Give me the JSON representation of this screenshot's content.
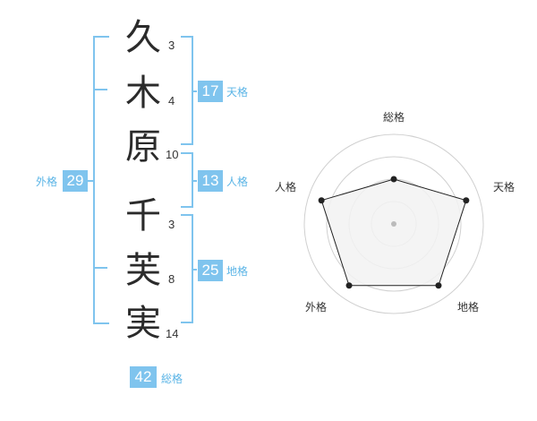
{
  "characters": [
    {
      "char": "久",
      "strokes": "3"
    },
    {
      "char": "木",
      "strokes": "4"
    },
    {
      "char": "原",
      "strokes": "10"
    },
    {
      "char": "千",
      "strokes": "3"
    },
    {
      "char": "芙",
      "strokes": "8"
    },
    {
      "char": "実",
      "strokes": "14"
    }
  ],
  "fortunes": {
    "tenkaku": {
      "label": "天格",
      "value": "17"
    },
    "jinkaku": {
      "label": "人格",
      "value": "13"
    },
    "chikaku": {
      "label": "地格",
      "value": "25"
    },
    "gaikaku": {
      "label": "外格",
      "value": "29"
    },
    "soukaku": {
      "label": "総格",
      "value": "42"
    }
  },
  "radar": {
    "axes": [
      "総格",
      "天格",
      "地格",
      "外格",
      "人格"
    ],
    "values": [
      0.5,
      0.85,
      0.85,
      0.85,
      0.85
    ],
    "max": 1,
    "rings": 4,
    "colors": {
      "ring": "#d0d0d0",
      "fill": "#f2f2f2",
      "line": "#222222",
      "point": "#222222",
      "center": "#bbbbbb"
    }
  },
  "colors": {
    "accent": "#7fc4ee",
    "accent_text": "#5ab4e6"
  }
}
